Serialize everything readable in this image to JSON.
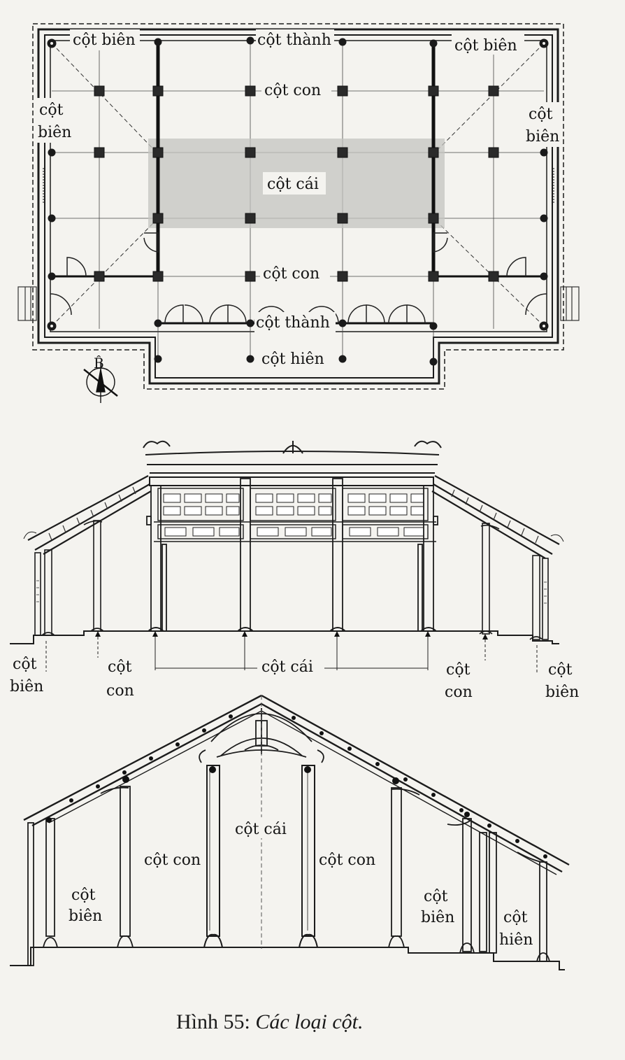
{
  "plan": {
    "labels": {
      "tl_bien": "cột biên",
      "top_thanh": "cột thành",
      "tr_bien": "cột biên",
      "upper_con": "cột con",
      "left_cot": "cột",
      "left_bien": "biên",
      "right_cot": "cột",
      "right_bien": "biên",
      "center_cai": "cột cái",
      "lower_con": "cột con",
      "bottom_thanh": "cột thành",
      "hien": "cột hiên"
    },
    "north_mark": "B̂"
  },
  "section1": {
    "labels": {
      "bien_l_1": "cột",
      "bien_l_2": "biên",
      "con_l_1": "cột",
      "con_l_2": "con",
      "cai": "cột cái",
      "con_r_1": "cột",
      "con_r_2": "con",
      "bien_r_1": "cột",
      "bien_r_2": "biên"
    }
  },
  "section2": {
    "labels": {
      "cai": "cột cái",
      "con_l": "cột con",
      "con_r": "cột con",
      "bien_l_1": "cột",
      "bien_l_2": "biên",
      "bien_r_1": "cột",
      "bien_r_2": "biên",
      "hien_1": "cột",
      "hien_2": "hiên"
    }
  },
  "caption": {
    "prefix": "Hình 55: ",
    "title": "Các loại cột."
  },
  "colors": {
    "ink": "#1c1c1c",
    "paper": "#f4f3ef",
    "highlight": "#c4c4c0"
  }
}
